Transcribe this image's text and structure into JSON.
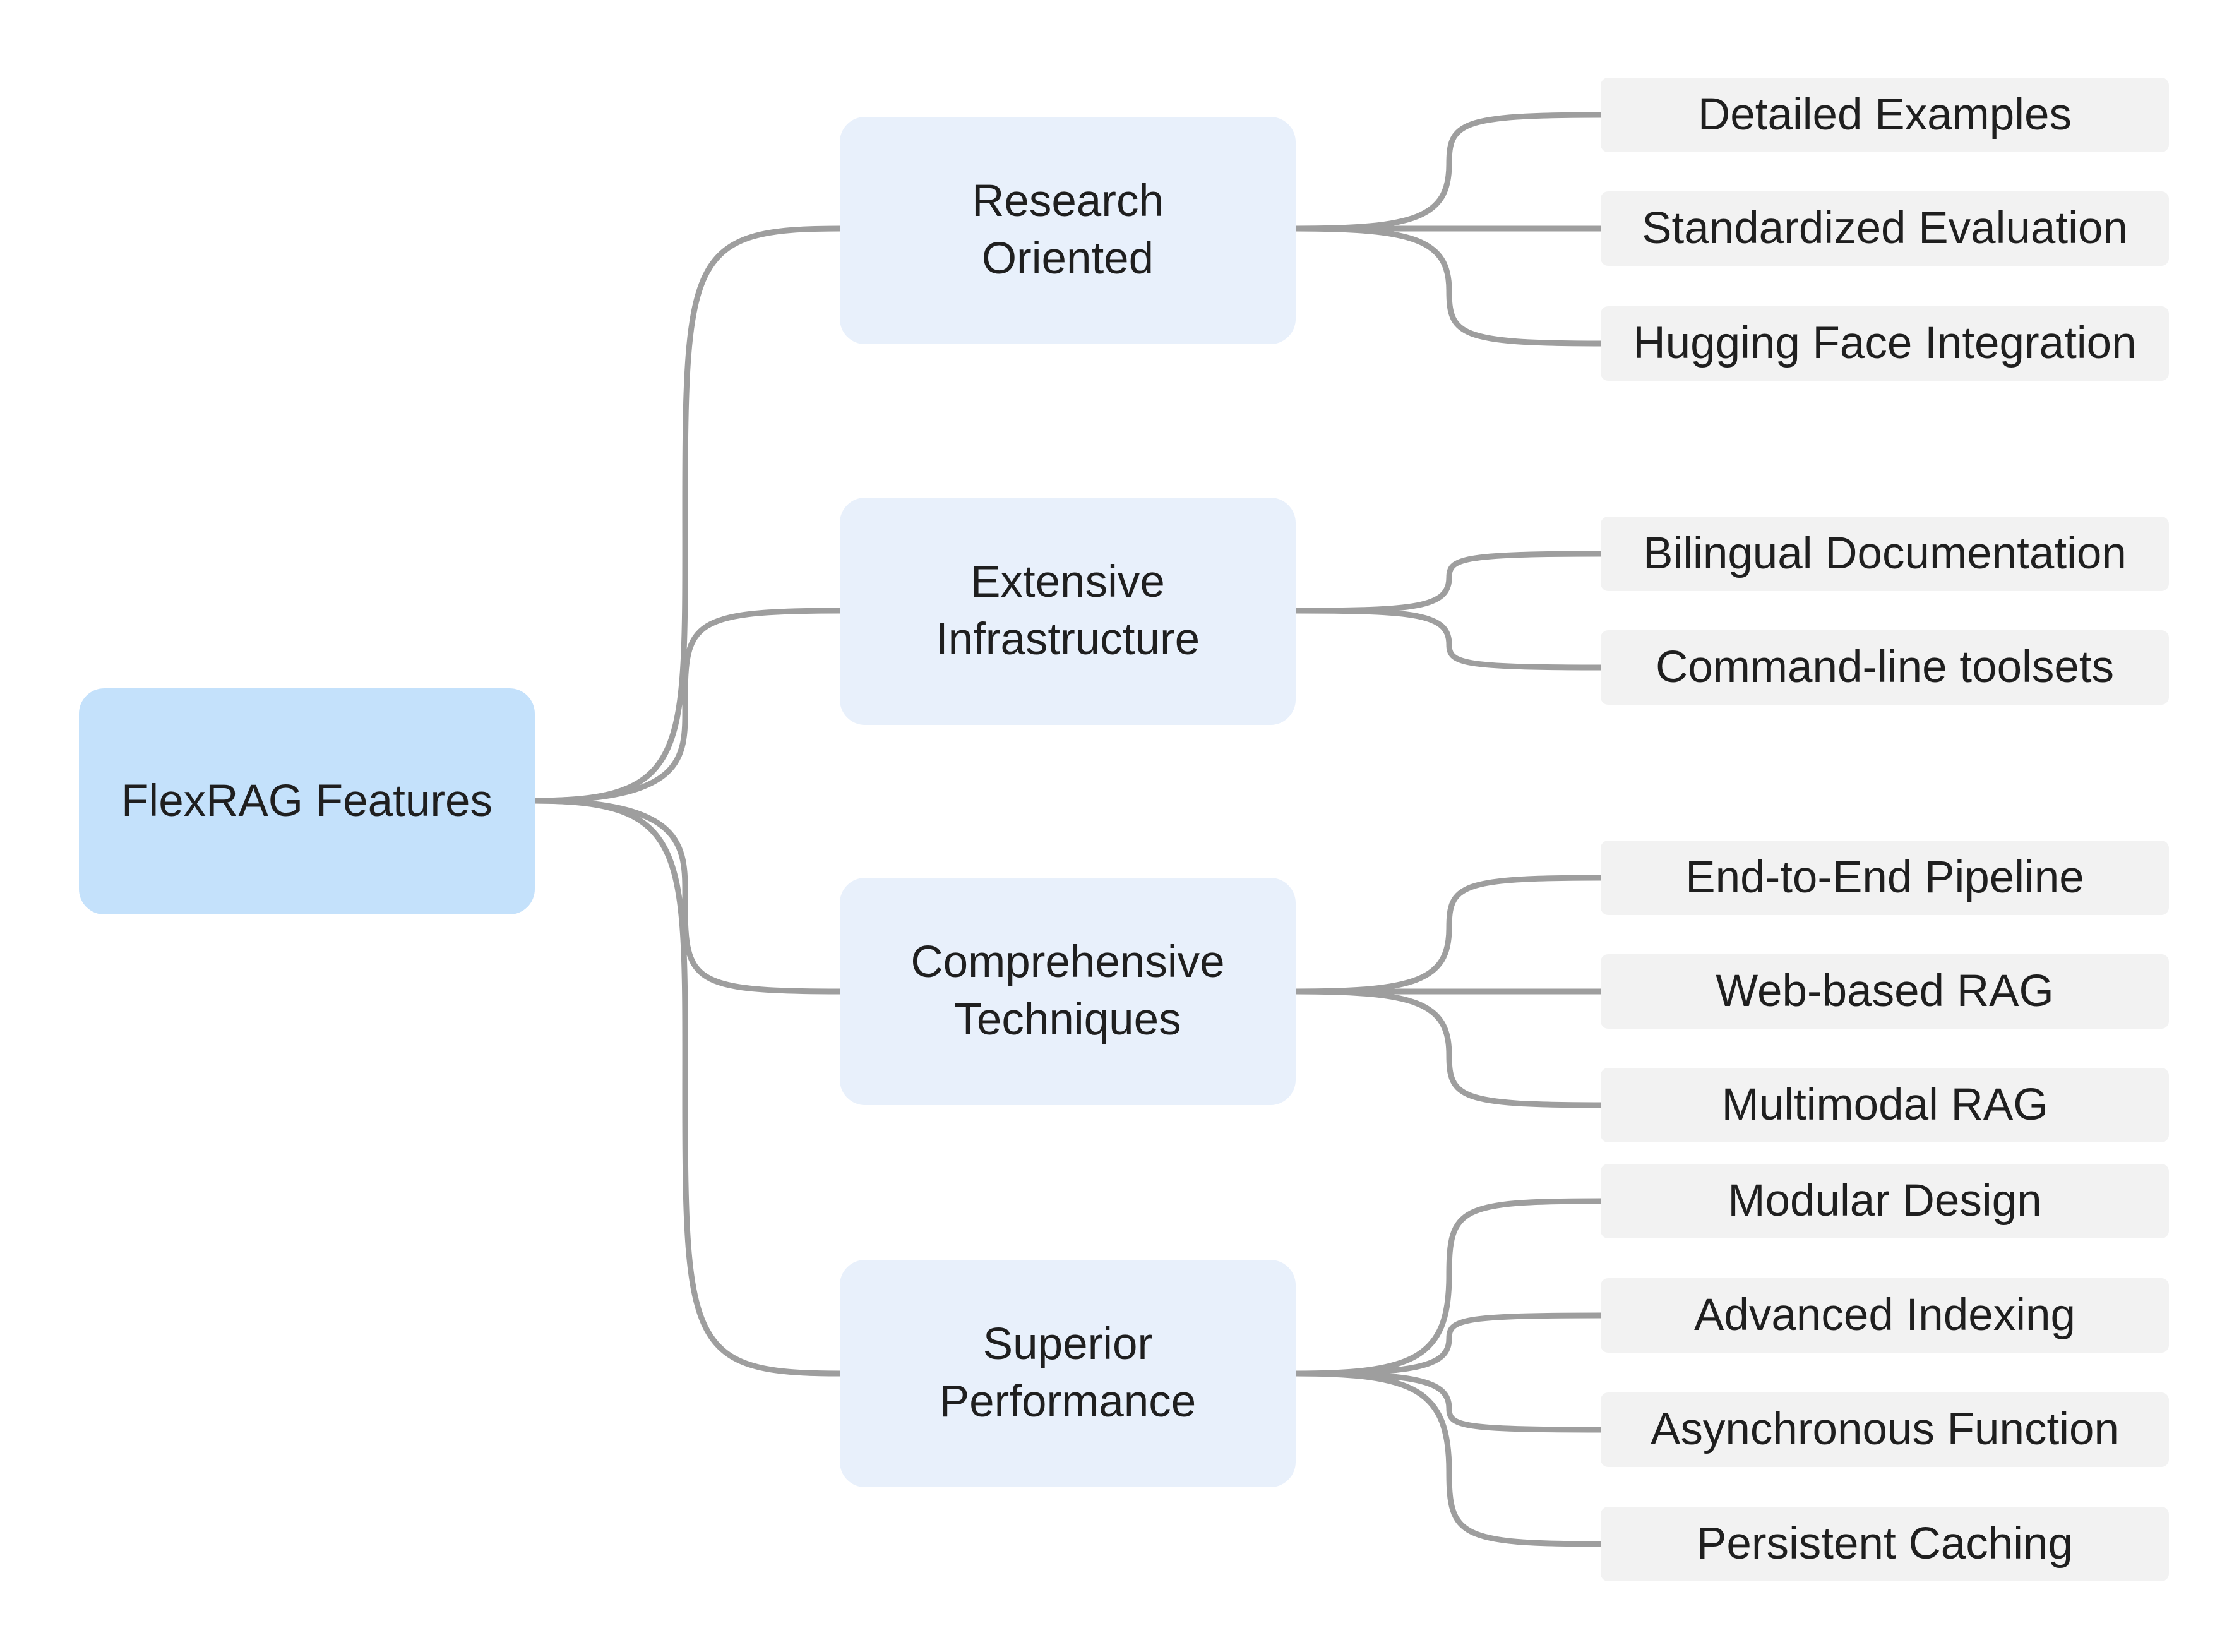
{
  "mindmap": {
    "root": "FlexRAG Features",
    "branches": [
      {
        "label": "Research\nOriented",
        "leaves": [
          "Detailed Examples",
          "Standardized Evaluation",
          "Hugging Face Integration"
        ]
      },
      {
        "label": "Extensive\nInfrastructure",
        "leaves": [
          "Bilingual Documentation",
          "Command-line toolsets"
        ]
      },
      {
        "label": "Comprehensive\nTechniques",
        "leaves": [
          "End-to-End Pipeline",
          "Web-based RAG",
          "Multimodal RAG"
        ]
      },
      {
        "label": "Superior\nPerformance",
        "leaves": [
          "Modular Design",
          "Advanced Indexing",
          "Asynchronous Function",
          "Persistent Caching"
        ]
      }
    ]
  },
  "colors": {
    "root_fill": "#c4e1fb",
    "branch_fill": "#e8f0fb",
    "leaf_fill": "#f2f2f2",
    "connector": "#9e9e9e",
    "text": "#1f1f1f"
  }
}
